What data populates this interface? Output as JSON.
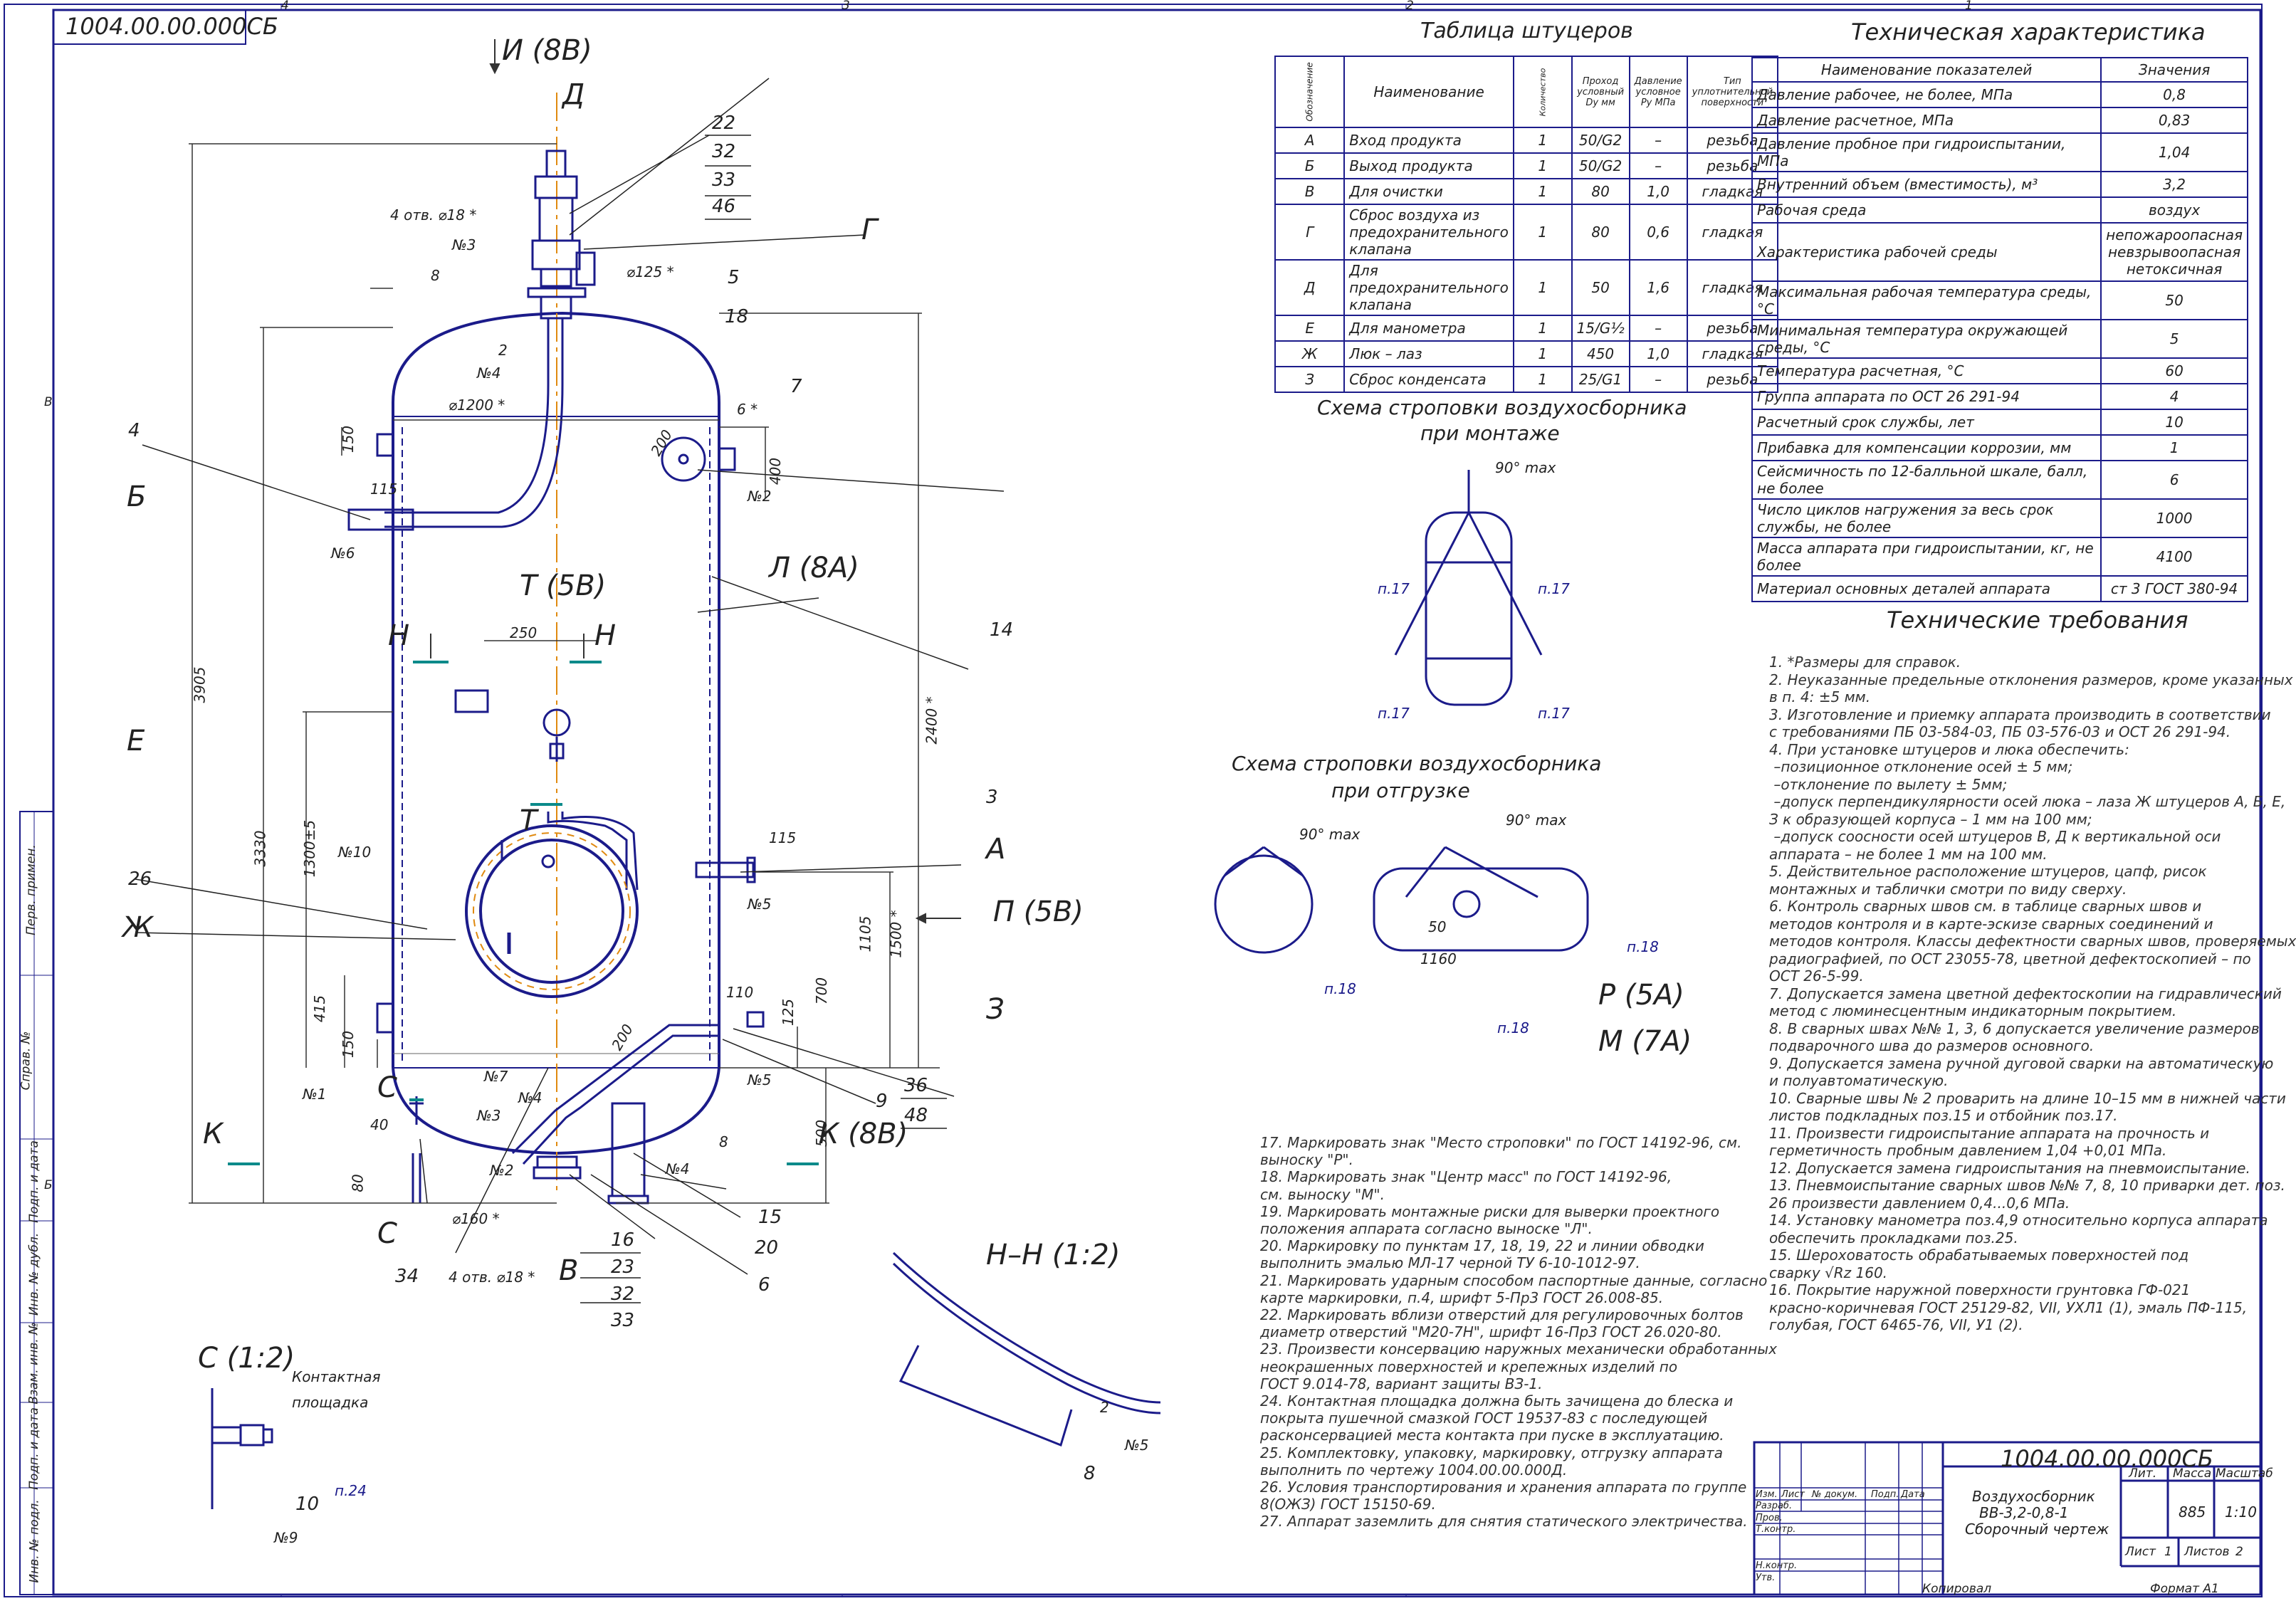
{
  "stamp_top": "1004.00.00.000СБ",
  "border_zones": {
    "top": [
      "4",
      "3",
      "2",
      "1"
    ],
    "left": [
      "В",
      "Б"
    ]
  },
  "left_strip": {
    "perv_primen": "Перв. примен.",
    "sprav": "Справ. №",
    "podp_data_1": "Подп. и дата",
    "inv_dubl": "Инв. № дубл.",
    "vzam_inv": "Взам. инв. №",
    "podp_data_2": "Подп. и дата",
    "inv_podl": "Инв. № подл."
  },
  "nozzle_table": {
    "title": "Таблица штуцеров",
    "headers": [
      "Обозначение",
      "Наименование",
      "Количество",
      "Проход условный Dу мм",
      "Давление условное Pу МПа",
      "Тип уплотнительной поверхности"
    ],
    "rows": [
      [
        "А",
        "Вход продукта",
        "1",
        "50/G2",
        "–",
        "резьба"
      ],
      [
        "Б",
        "Выход продукта",
        "1",
        "50/G2",
        "–",
        "резьба"
      ],
      [
        "В",
        "Для очистки",
        "1",
        "80",
        "1,0",
        "гладкая"
      ],
      [
        "Г",
        "Сброс воздуха из предохранительного клапана",
        "1",
        "80",
        "0,6",
        "гладкая"
      ],
      [
        "Д",
        "Для предохранительного клапана",
        "1",
        "50",
        "1,6",
        "гладкая"
      ],
      [
        "Е",
        "Для манометра",
        "1",
        "15/G½",
        "–",
        "резьба"
      ],
      [
        "Ж",
        "Люк – лаз",
        "1",
        "450",
        "1,0",
        "гладкая"
      ],
      [
        "З",
        "Сброс конденсата",
        "1",
        "25/G1",
        "–",
        "резьба"
      ]
    ]
  },
  "tech_table": {
    "title": "Техническая характеристика",
    "headers": [
      "Наименование показателей",
      "Значения"
    ],
    "rows": [
      [
        "Давление рабочее, не более, МПа",
        "0,8"
      ],
      [
        "Давление расчетное, МПа",
        "0,83"
      ],
      [
        "Давление пробное при гидроиспытании, МПа",
        "1,04"
      ],
      [
        "Внутренний объем (вместимость), м³",
        "3,2"
      ],
      [
        "Рабочая среда",
        "воздух"
      ],
      [
        "Характеристика рабочей среды",
        "непожароопасная невзрывоопасная нетоксичная"
      ],
      [
        "Максимальная рабочая температура среды, °С",
        "50"
      ],
      [
        "Минимальная температура окружающей среды, °С",
        "5"
      ],
      [
        "Температура расчетная, °С",
        "60"
      ],
      [
        "Группа аппарата по ОСТ 26 291-94",
        "4"
      ],
      [
        "Расчетный срок службы, лет",
        "10"
      ],
      [
        "Прибавка для компенсации коррозии, мм",
        "1"
      ],
      [
        "Сейсмичность по 12-балльной шкале, балл, не более",
        "6"
      ],
      [
        "Число циклов нагружения за весь срок службы, не более",
        "1000"
      ],
      [
        "Масса аппарата при гидроиспытании, кг, не более",
        "4100"
      ],
      [
        "Материал основных деталей аппарата",
        "ст 3 ГОСТ 380-94"
      ]
    ]
  },
  "tech_requirements": {
    "title": "Технические требования",
    "lines": [
      "1. *Размеры для справок.",
      "2. Неуказанные предельные отклонения размеров, кроме указанных",
      "в п. 4: ±5 мм.",
      "3. Изготовление и приемку аппарата производить в соответствии",
      "с требованиями ПБ 03-584-03, ПБ 03-576-03 и ОСТ 26 291-94.",
      "4. При установке штуцеров и люка обеспечить:",
      " –позиционное отклонение осей ± 5 мм;",
      " –отклонение по вылету ± 5мм;",
      " –допуск перпендикулярности осей люка – лаза Ж штуцеров А, Б, Е,",
      "З к образующей корпуса – 1 мм на 100 мм;",
      " –допуск соосности осей штуцеров В, Д к вертикальной оси",
      "аппарата – не более 1 мм на 100 мм.",
      "5. Действительное расположение штуцеров, цапф, рисок",
      "монтажных и таблички смотри по виду сверху.",
      "6. Контроль сварных швов см. в таблице сварных швов и",
      "методов контроля и в карте-эскизе сварных соединений и",
      "методов контроля. Классы дефектности сварных швов, проверяемых",
      "радиографией, по ОСТ 23055-78, цветной дефектоскопией – по",
      "ОСТ 26-5-99.",
      "7. Допускается замена цветной дефектоскопии на гидравлический",
      "метод с люминесцентным индикаторным покрытием.",
      "8. В сварных швах №№ 1, 3, 6 допускается увеличение размеров",
      "подварочного шва до размеров основного.",
      "9. Допускается замена ручной дуговой сварки на автоматическую",
      "и полуавтоматическую.",
      "10. Сварные швы № 2 проварить на длине 10–15 мм в нижней части",
      "листов подкладных поз.15 и отбойник поз.17.",
      "11. Произвести гидроиспытание аппарата на прочность и",
      "герметичность пробным давлением 1,04 +0,01 МПа.",
      "12. Допускается замена гидроиспытания на пневмоиспытание.",
      "13. Пневмоиспытание сварных швов №№ 7, 8, 10 приварки дет. поз.",
      "26 произвести давлением 0,4...0,6 МПа.",
      "14. Установку манометра поз.4,9 относительно корпуса аппарата",
      "обеспечить прокладками поз.25.",
      "15. Шероховатость обрабатываемых поверхностей под",
      "сварку √Rz 160.",
      "16. Покрытие наружной поверхности грунтовка ГФ-021",
      "красно-коричневая ГОСТ 25129-82, VII, УХЛ1 (1), эмаль ПФ-115,",
      "голубая, ГОСТ 6465-76, VII, У1 (2)."
    ]
  },
  "notes_bottom": {
    "lines": [
      "17. Маркировать знак \"Место строповки\" по ГОСТ 14192-96, см.",
      "выноску \"Р\".",
      "18. Маркировать знак \"Центр масс\" по ГОСТ 14192-96,",
      "см. выноску \"М\".",
      "19. Маркировать монтажные риски для выверки проектного",
      "положения аппарата согласно выноске \"Л\".",
      "20. Маркировку по пунктам 17, 18, 19, 22 и линии обводки",
      "выполнить эмалью МЛ-17 черной ТУ 6-10-1012-97.",
      "21. Маркировать ударным способом паспортные данные, согласно",
      "карте маркировки, п.4, шрифт 5-Пр3 ГОСТ 26.008-85.",
      "22. Маркировать вблизи отверстий для регулировочных болтов",
      "диаметр отверстий \"М20-7Н\", шрифт 16-Пр3 ГОСТ 26.020-80.",
      "23. Произвести консервацию наружных механически обработанных",
      "неокрашенных поверхностей и крепежных изделий по",
      "ГОСТ 9.014-78, вариант защиты ВЗ-1.",
      "24. Контактная площадка должна быть зачищена до блеска и",
      "покрыта пушечной смазкой ГОСТ 19537-83 с последующей",
      "расконсервацией места контакта при пуске в эксплуатацию.",
      "25. Комплектовку, упаковку, маркировку, отгрузку аппарата",
      "выполнить по чертежу 1004.00.00.000Д.",
      "26. Условия транспортирования и хранения аппарата по группе",
      "8(ОЖЗ) ГОСТ 15150-69.",
      "27. Аппарат заземлить для снятия статического электричества."
    ]
  },
  "sling_mount": {
    "title_1": "Схема строповки воздухосборника",
    "title_2": "при монтаже",
    "angle": "90° max",
    "callout": "п.17"
  },
  "sling_ship": {
    "title_1": "Схема строповки воздухосборника",
    "title_2": "при отгрузке",
    "angle": "90° max",
    "angle2": "90° max",
    "callout": "п.18",
    "dim_50": "50",
    "dim_1160": "1160",
    "label_r": "Р (5А)",
    "label_m": "М (7А)"
  },
  "section_hh": {
    "title": "Н–Н (1:2)",
    "weld": "№5",
    "pos": "8",
    "seam": "2"
  },
  "section_c": {
    "title": "С (1:2)",
    "label_1": "Контактная",
    "label_2": "площадка",
    "pos": "10",
    "weld": "№9",
    "callout": "п.24"
  },
  "title_block": {
    "code": "1004.00.00.000СБ",
    "name_1": "Воздухосборник",
    "name_2": "ВВ-3,2-0,8-1",
    "name_3": "Сборочный чертеж",
    "lit": "Лит.",
    "massa": "Масса",
    "masshtab": "Масштаб",
    "massa_val": "885",
    "scale_val": "1:10",
    "list": "Лист",
    "list_val": "1",
    "listov": "Листов",
    "listov_val": "2",
    "izm": "Изм.",
    "list_c": "Лист",
    "ndok": "№ докум.",
    "podp": "Подп.",
    "data": "Дата",
    "razrab": "Разраб.",
    "prov": "Пров.",
    "tkontr": "Т.контр.",
    "nkontr": "Н.контр.",
    "utv": "Утв.",
    "kopiroval": "Копировал",
    "format": "Формат А1"
  },
  "main_view": {
    "view_I": "И (8В)",
    "nozzle_D": "Д",
    "nozzle_G": "Г",
    "nozzle_B": "Б",
    "nozzle_E": "Е",
    "nozzle_Zh": "Ж",
    "nozzle_A": "А",
    "nozzle_Z": "З",
    "nozzle_V": "В",
    "K_left": "К",
    "K_right": "К (8В)",
    "T_top": "Т (5В)",
    "T_mid": "Т",
    "H_left": "Н",
    "H_right": "Н",
    "P_label": "П (5В)",
    "L_label": "Л (8А)",
    "C_top": "С",
    "C_bot": "С",
    "pos_22": "22",
    "pos_32": "32",
    "pos_33": "33",
    "pos_46": "46",
    "pos_5": "5",
    "pos_18": "18",
    "pos_7": "7",
    "pos_4": "4",
    "pos_8": "8",
    "pos_14": "14",
    "pos_3": "3",
    "pos_26": "26",
    "pos_36": "36",
    "pos_48": "48",
    "pos_9": "9",
    "pos_15": "15",
    "pos_20": "20",
    "pos_6": "6",
    "pos_16": "16",
    "pos_23": "23",
    "pos_32b": "32",
    "pos_33b": "33",
    "pos_34": "34",
    "pos_8b": "8",
    "w_3": "№3",
    "w_4": "№4",
    "w_2": "№2",
    "w_6": "№6",
    "w_10": "№10",
    "w_5": "№5",
    "w_1": "№1",
    "w_7": "№7",
    "w_4b": "№4",
    "w_3b": "№3",
    "w_2b": "№2",
    "w_5b": "№5",
    "w_4c": "№4",
    "w_8": "8",
    "d_holes": "4 отв. ⌀18 *",
    "d_holes_b": "4 отв. ⌀18 *",
    "d_125": "⌀125 *",
    "d_1200": "⌀1200 *",
    "d_160": "⌀160 *",
    "dim_3905": "3905",
    "dim_3330": "3330",
    "dim_1300": "1300±5",
    "dim_2400": "2400 *",
    "dim_1500": "1500 *",
    "dim_1105": "1105",
    "dim_700": "700",
    "dim_500": "500",
    "dim_400": "400",
    "dim_250": "250",
    "dim_150": "150",
    "dim_115": "115",
    "dim_115b": "115",
    "dim_415": "415",
    "dim_150b": "150",
    "dim_110": "110",
    "dim_125": "125",
    "dim_200": "200",
    "dim_200b": "200",
    "dim_40": "40",
    "dim_80": "80",
    "dim_6": "6 *",
    "dim_2": "2"
  }
}
